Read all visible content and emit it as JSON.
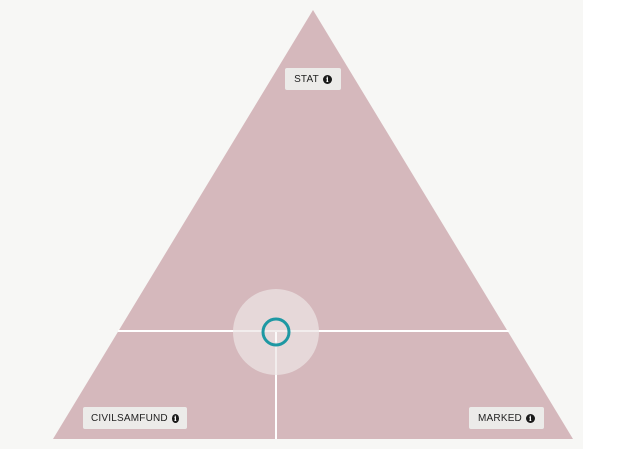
{
  "triangle": {
    "fill_color": "#d5b8bc",
    "divider_color": "#ffffff",
    "corners": {
      "top": {
        "label": "STAT",
        "icon": "info-icon"
      },
      "bottom_left": {
        "label": "CIVILSAMFUND",
        "icon": "info-icon"
      },
      "bottom_right": {
        "label": "MARKED",
        "icon": "info-icon"
      }
    }
  },
  "handle": {
    "ring_color": "#1e98a3",
    "halo_color": "#ece6e6"
  },
  "background_color": "#f7f7f5"
}
